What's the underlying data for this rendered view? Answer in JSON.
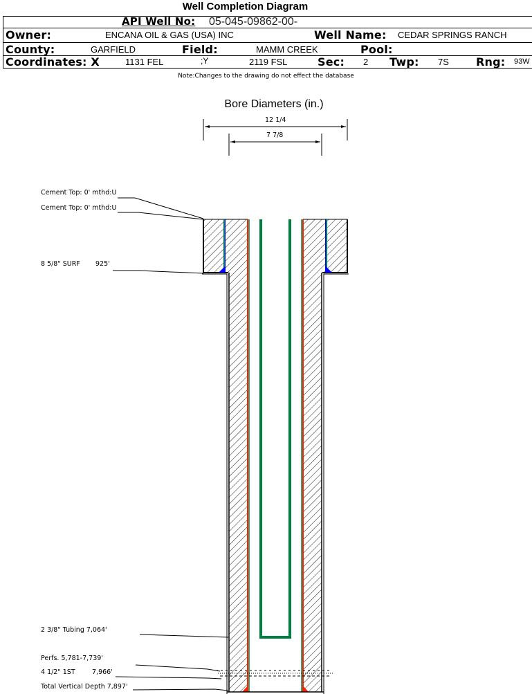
{
  "header": {
    "title": "Well Completion Diagram",
    "api_label": "API Well No:",
    "api_value": "05-045-09862-00-",
    "owner_label": "Owner:",
    "owner_value": "ENCANA OIL & GAS (USA) INC",
    "well_name_label": "Well Name:",
    "well_name_value": "CEDAR SPRINGS RANCH",
    "county_label": "County:",
    "county_value": "GARFIELD",
    "field_label": "Field:",
    "field_value": "MAMM CREEK",
    "pool_label": "Pool:",
    "pool_value": "",
    "coord_x_label": "Coordinates: X",
    "coord_x_value": "1131 FEL",
    "coord_y_label": ";Y",
    "coord_y_value": "2119 FSL",
    "sec_label": "Sec:",
    "sec_value": "2",
    "twp_label": "Twp:",
    "twp_value": "7S",
    "rng_label": "Rng:",
    "rng_value": "93W"
  },
  "note": "Note:Changes to the drawing do not effect the database",
  "diagram": {
    "title": "Bore Diameters (in.)",
    "bore_diameters": [
      "12 1/4",
      "7 7/8"
    ],
    "annotations": {
      "cement_top_1": "Cement Top: 0' mthd:U",
      "cement_top_2": "Cement Top: 0' mthd:U",
      "surface_casing": "8 5/8\" SURF",
      "surface_casing_depth": "925'",
      "tubing": "2 3/8\" Tubing 7,064'",
      "perfs": "Perfs. 5,781-7,739'",
      "production_casing": "4 1/2\" 1ST",
      "production_casing_depth": "7,966'",
      "tvd": "Total Vertical Depth 7,897'"
    },
    "colors": {
      "casing_green": "#008040",
      "casing_red": "#ff2000",
      "cement_blue": "#0000ff",
      "tubing_green": "#008040"
    }
  }
}
